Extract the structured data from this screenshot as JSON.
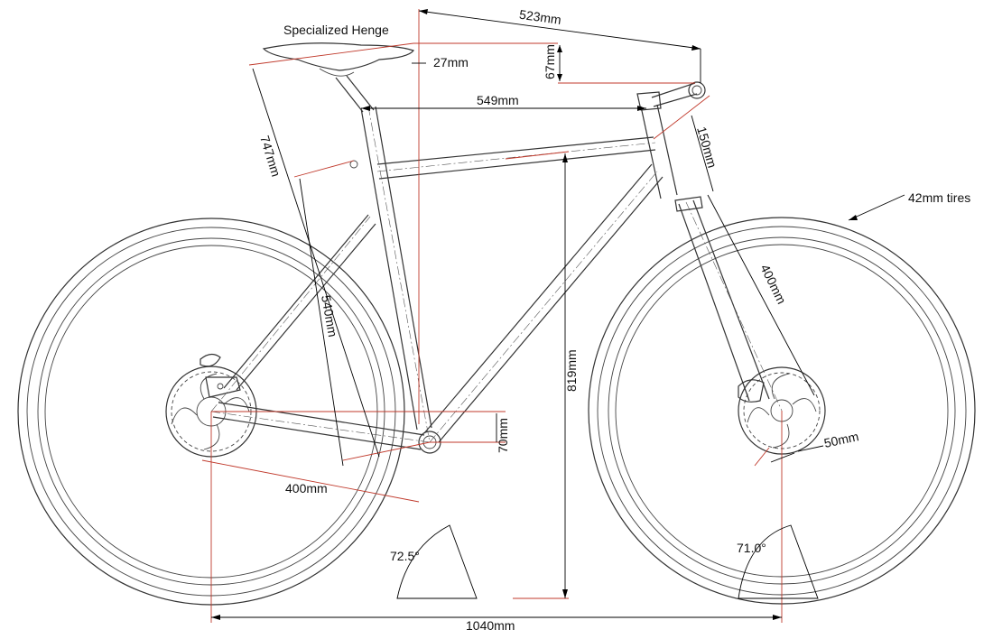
{
  "title": "Specialized Henge",
  "dimensions": {
    "reach_arm": "523mm",
    "stem_rise": "67mm",
    "setback": "27mm",
    "top_tube": "549mm",
    "head_tube": "150mm",
    "saddle_height": "747mm",
    "seat_tube": "540mm",
    "fork_length": "400mm",
    "bb_drop": "70mm",
    "stack": "819mm",
    "chainstay": "400mm",
    "fork_offset": "50mm",
    "wheelbase": "1040mm",
    "tires": "42mm tires"
  },
  "angles": {
    "seat_angle": "72.5°",
    "head_angle": "71.0°"
  },
  "colors": {
    "frame": "#333333",
    "dimension": "#000000",
    "reference": "#c0392b"
  }
}
